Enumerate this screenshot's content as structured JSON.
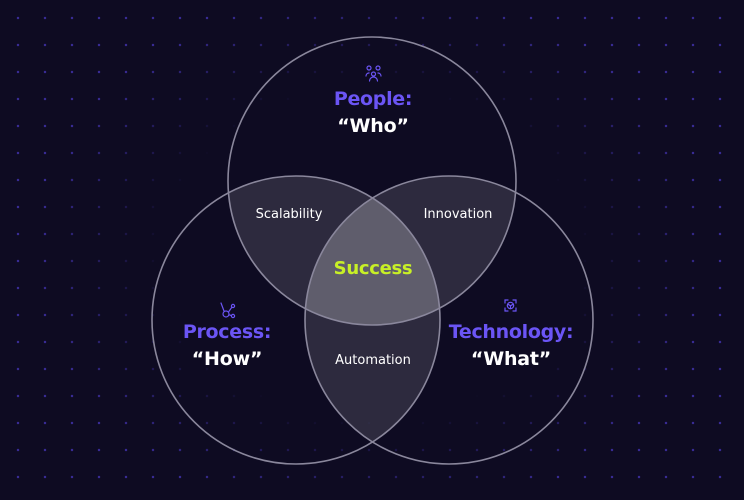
{
  "diagram": {
    "type": "venn",
    "circles": [
      {
        "id": "people",
        "title": "People:",
        "subtitle": "“Who”",
        "icon": "people-icon"
      },
      {
        "id": "process",
        "title": "Process:",
        "subtitle": "“How”",
        "icon": "process-network-icon"
      },
      {
        "id": "technology",
        "title": "Technology:",
        "subtitle": "“What”",
        "icon": "technology-cube-icon"
      }
    ],
    "intersections": {
      "people_process": "Scalability",
      "people_technology": "Innovation",
      "process_technology": "Automation",
      "all": "Success"
    }
  },
  "colors": {
    "background": "#0e0b22",
    "accent_title": "#6b55f5",
    "success": "#c8f026",
    "text": "#ffffff",
    "circle_stroke": "#8a879c"
  }
}
